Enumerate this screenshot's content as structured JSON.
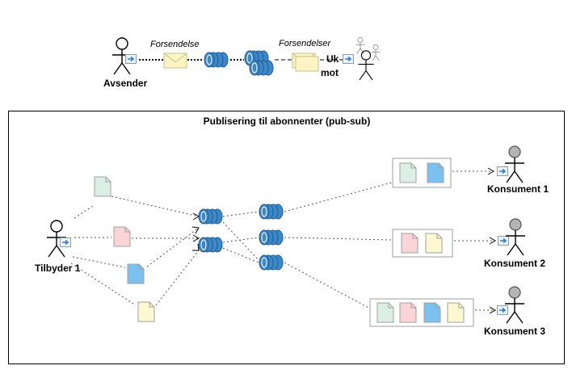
{
  "top": {
    "sender_label": "Avsender",
    "msg1_label": "Forsendelse",
    "msg2_label": "Forsendelser",
    "receiver_label_line1": "Uk",
    "receiver_label_line2": "mot"
  },
  "pubsub": {
    "title": "Publisering til abonnenter (pub-sub)",
    "provider_label": "Tilbyder 1",
    "consumer1_label": "Konsument 1",
    "consumer2_label": "Konsument 2",
    "consumer3_label": "Konsument 3"
  },
  "colors": {
    "doc_green": "#dcefe6",
    "doc_red": "#fbd5d5",
    "doc_blue": "#7cc0f0",
    "doc_yellow": "#fdf8cf",
    "queue_blue": "#3e88c8",
    "envelope": "#fdf4c4"
  }
}
